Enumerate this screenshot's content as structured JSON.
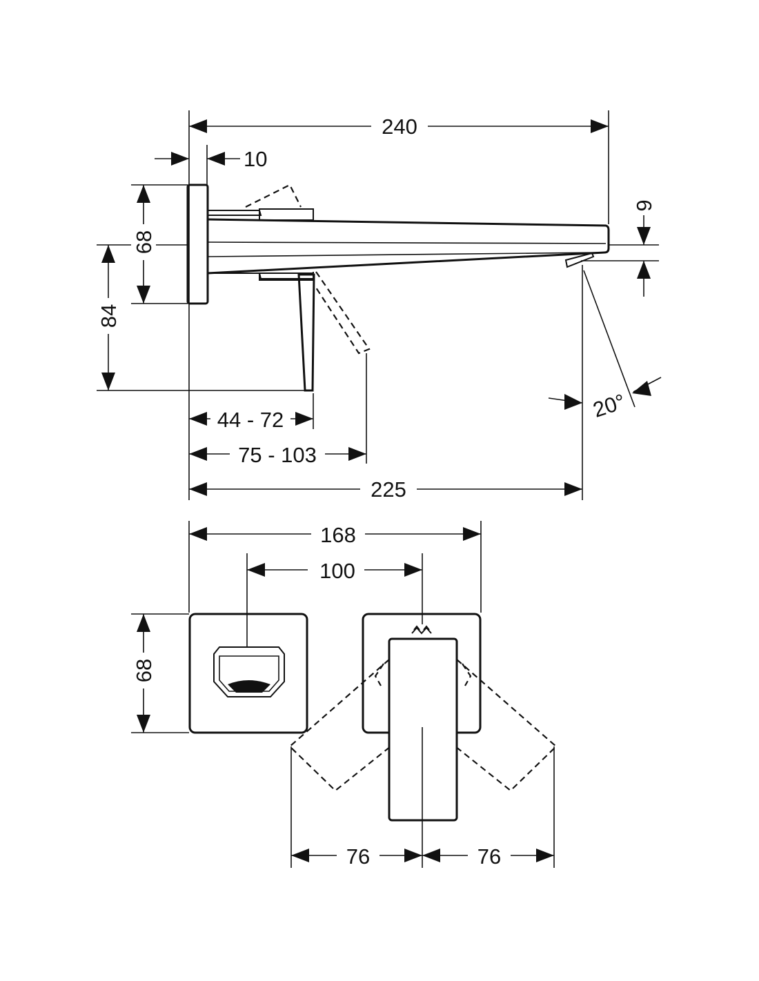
{
  "dimensions": {
    "overall_length": "240",
    "plate_thickness": "10",
    "spout_height": "9",
    "plate_height_side": "68",
    "lever_height": "84",
    "lever_range": "44 - 72",
    "lever_range_open": "75 - 103",
    "spout_reach": "225",
    "spout_angle": "20°",
    "plate_span": "168",
    "center_distance": "100",
    "plate_height_front": "68",
    "lever_swing_left": "76",
    "lever_swing_right": "76"
  }
}
